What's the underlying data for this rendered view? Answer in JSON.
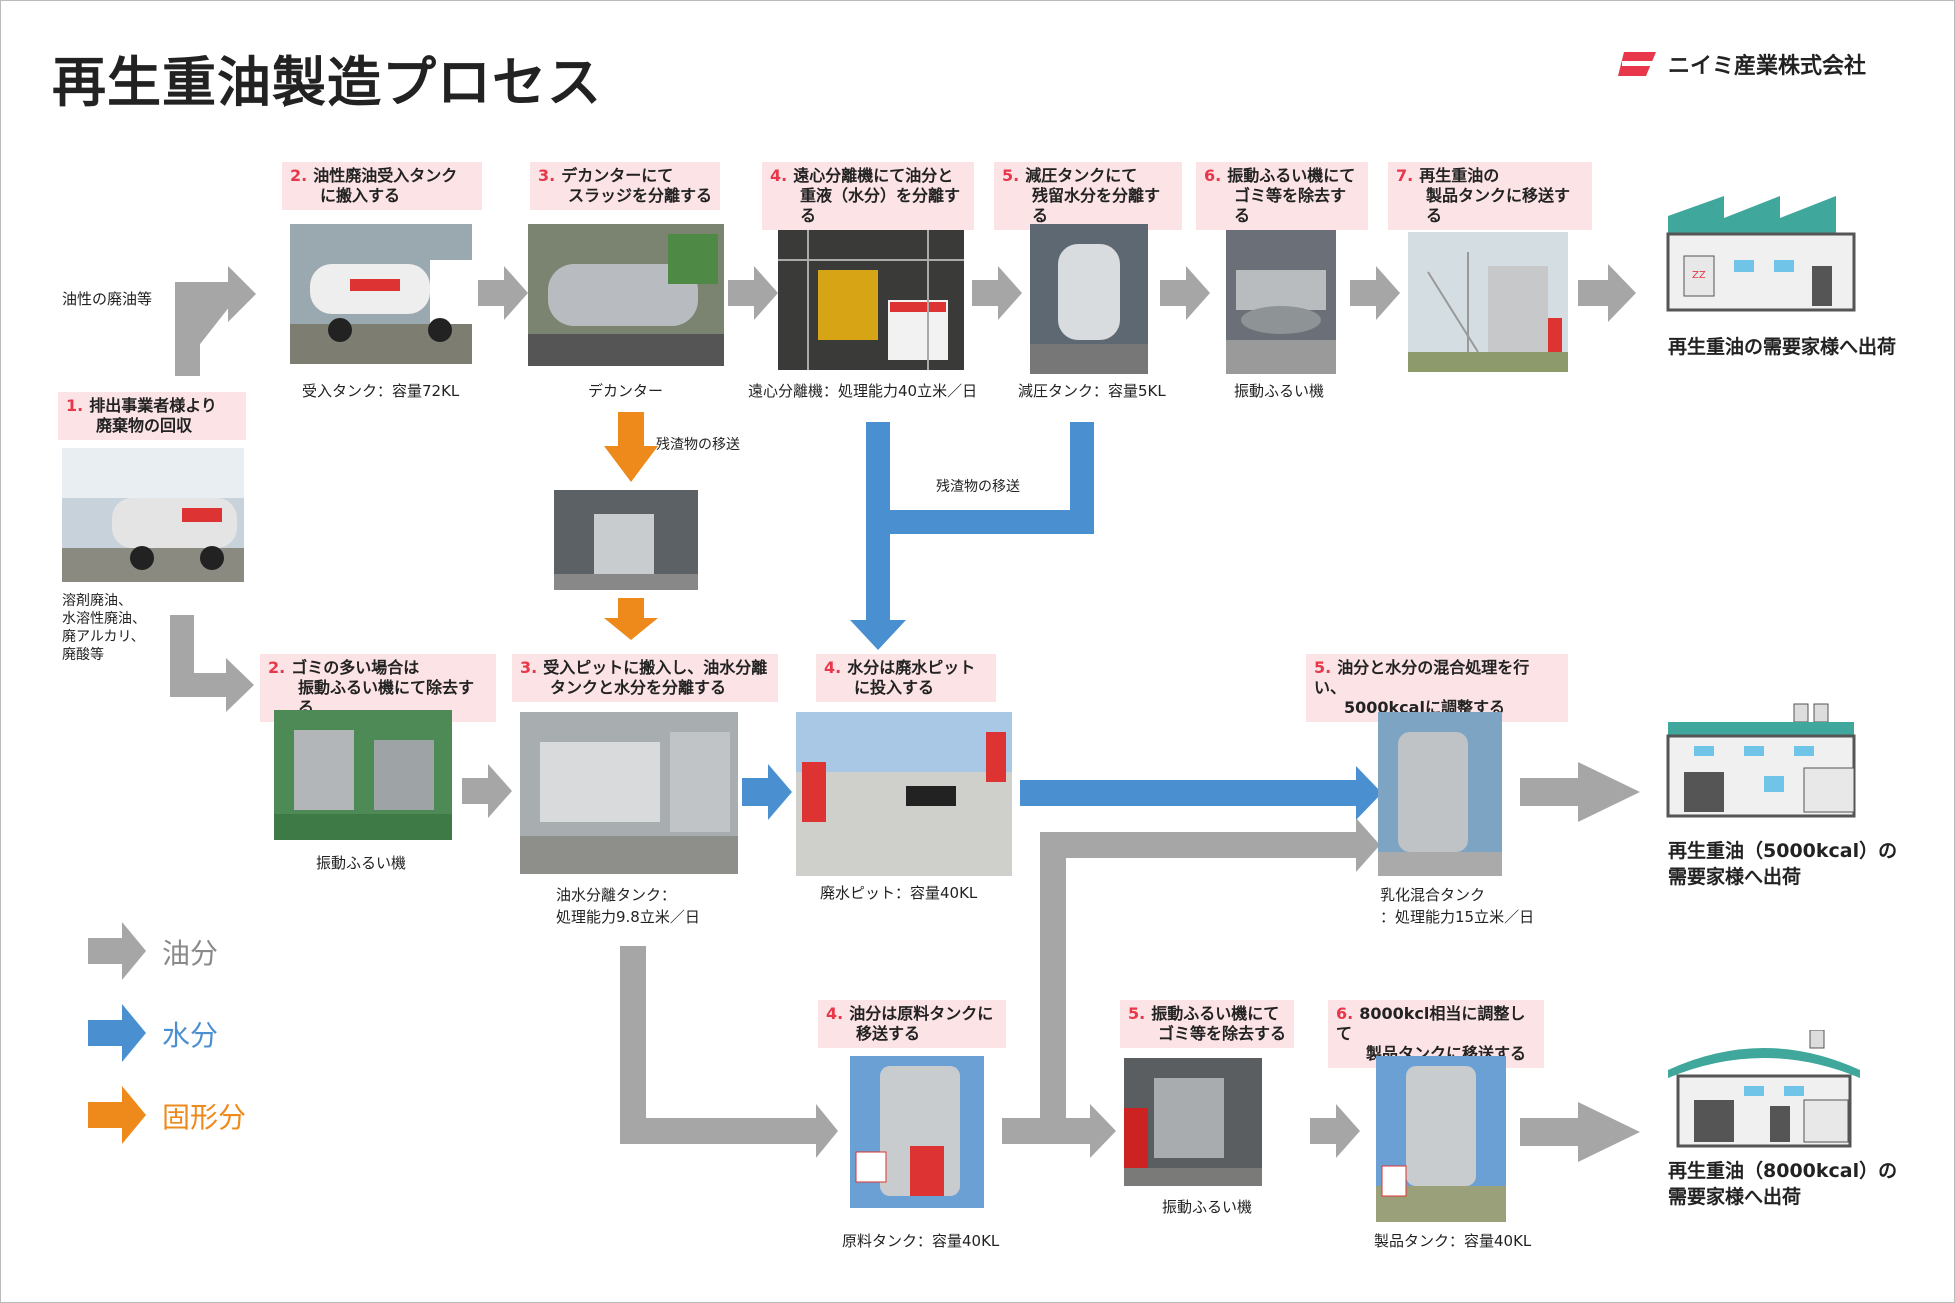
{
  "title": "再生重油製造プロセス",
  "company": "ニイミ産業株式会社",
  "colors": {
    "oil": "#a6a6a6",
    "water": "#4a90d0",
    "solid": "#ee8a1c",
    "step_bg": "#fbe3e6",
    "step_num": "#e8374a"
  },
  "legend": [
    {
      "label": "油分",
      "color": "#a6a6a6"
    },
    {
      "label": "水分",
      "color": "#4a90d0"
    },
    {
      "label": "固形分",
      "color": "#ee8a1c"
    }
  ],
  "input_label": "油性の廃油等",
  "collection": {
    "num": "1.",
    "line1": "排出事業者様より",
    "line2": "廃棄物の回収"
  },
  "waste_types": [
    "溶剤廃油、",
    "水溶性廃油、",
    "廃アルカリ、",
    "廃酸等"
  ],
  "residue_label_1": "残渣物の移送",
  "residue_label_2": "残渣物の移送",
  "row1": {
    "steps": [
      {
        "num": "2.",
        "line1": "油性廃油受入タンク",
        "line2": "に搬入する",
        "caption": "受入タンク：容量72KL"
      },
      {
        "num": "3.",
        "line1": "デカンターにて",
        "line2": "スラッジを分離する",
        "caption": "デカンター"
      },
      {
        "num": "4.",
        "line1": "遠心分離機にて油分と",
        "line2": "重液（水分）を分離する",
        "caption": "遠心分離機：処理能力40立米／日"
      },
      {
        "num": "5.",
        "line1": "減圧タンクにて",
        "line2": "残留水分を分離する",
        "caption": "減圧タンク：容量5KL"
      },
      {
        "num": "6.",
        "line1": "振動ふるい機にて",
        "line2": "ゴミ等を除去する",
        "caption": "振動ふるい機"
      },
      {
        "num": "7.",
        "line1": "再生重油の",
        "line2": "製品タンクに移送する",
        "caption": ""
      }
    ],
    "destination": "再生重油の需要家様へ出荷"
  },
  "row2": {
    "steps": [
      {
        "num": "2.",
        "line1": "ゴミの多い場合は",
        "line2": "振動ふるい機にて除去する",
        "caption": "振動ふるい機"
      },
      {
        "num": "3.",
        "line1": "受入ピットに搬入し、油水分離",
        "line2": "タンクと水分を分離する",
        "caption1": "油水分離タンク：",
        "caption2": "処理能力9.8立米／日"
      },
      {
        "num": "4.",
        "line1": "水分は廃水ピット",
        "line2": "に投入する",
        "caption": "廃水ピット：容量40KL"
      },
      {
        "num": "5.",
        "line1": "油分と水分の混合処理を行い、",
        "line2": "5000kcalに調整する",
        "caption1": "乳化混合タンク",
        "caption2": "：処理能力15立米／日"
      }
    ],
    "destination_line1": "再生重油（5000kcal）の",
    "destination_line2": "需要家様へ出荷"
  },
  "row3": {
    "steps": [
      {
        "num": "4.",
        "line1": "油分は原料タンクに",
        "line2": "移送する",
        "caption": "原料タンク：容量40KL"
      },
      {
        "num": "5.",
        "line1": "振動ふるい機にて",
        "line2": "ゴミ等を除去する",
        "caption": "振動ふるい機"
      },
      {
        "num": "6.",
        "line1": "8000kcl相当に調整して",
        "line2": "製品タンクに移送する",
        "caption": "製品タンク：容量40KL"
      }
    ],
    "destination_line1": "再生重油（8000kcal）の",
    "destination_line2": "需要家様へ出荷"
  }
}
